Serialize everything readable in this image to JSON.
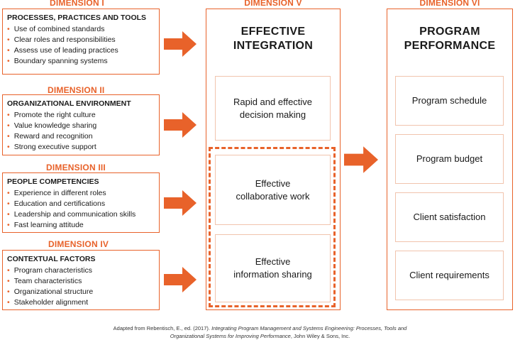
{
  "left_dimensions": [
    {
      "label": "DIMENSION I",
      "title": "PROCESSES, PRACTICES AND TOOLS",
      "items": [
        "Use of combined standards",
        "Clear roles and responsibilities",
        "Assess use of leading practices",
        "Boundary spanning systems"
      ]
    },
    {
      "label": "DIMENSION II",
      "title": "ORGANIZATIONAL ENVIRONMENT",
      "items": [
        "Promote the right culture",
        "Value knowledge sharing",
        "Reward and recognition",
        "Strong executive support"
      ]
    },
    {
      "label": "DIMENSION III",
      "title": "PEOPLE COMPETENCIES",
      "items": [
        "Experience in different roles",
        "Education and certifications",
        "Leadership and communication skills",
        "Fast learning attitude"
      ]
    },
    {
      "label": "DIMENSION IV",
      "title": "CONTEXTUAL FACTORS",
      "items": [
        "Program characteristics",
        "Team characteristics",
        "Organizational structure",
        "Stakeholder alignment"
      ]
    }
  ],
  "dimension_v": {
    "label": "DIMENSION V",
    "title_line1": "EFFECTIVE",
    "title_line2": "INTEGRATION",
    "boxes": [
      "Rapid and effective decision making",
      "Effective collaborative work",
      "Effective information sharing"
    ]
  },
  "dimension_vi": {
    "label": "DIMENSION VI",
    "title_line1": "PROGRAM",
    "title_line2": "PERFORMANCE",
    "boxes": [
      "Program schedule",
      "Program budget",
      "Client satisfaction",
      "Client requirements"
    ]
  },
  "caption_line1_prefix": "Adapted from Rebentisch, E., ed. (2017). ",
  "caption_line1_title": "Integrating Program Management and Systems Engineering: Processes, Tools and",
  "caption_line2_title": "Organizational Systems for Improving Performance",
  "caption_line2_suffix": ", John Wiley & Sons, Inc.",
  "colors": {
    "accent": "#e8622a",
    "inner_border": "#f1c4ad"
  }
}
